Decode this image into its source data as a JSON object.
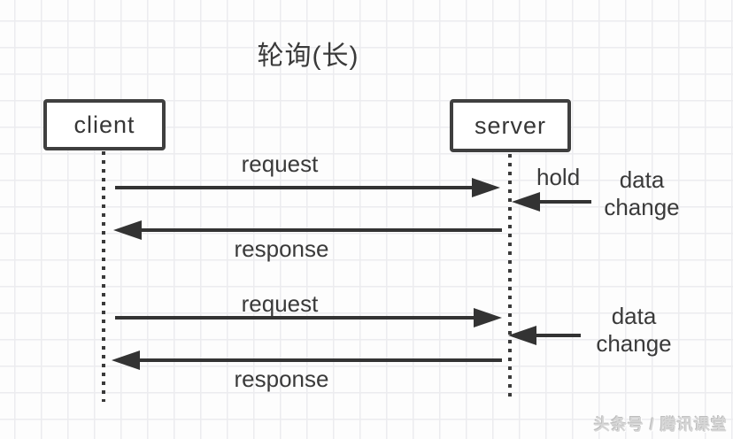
{
  "title": "轮询(长)",
  "actors": {
    "client": {
      "label": "client"
    },
    "server": {
      "label": "server"
    }
  },
  "messages": [
    {
      "id": "request-1",
      "label": "request",
      "from": "client",
      "to": "server",
      "direction": "right"
    },
    {
      "id": "response-1",
      "label": "response",
      "from": "server",
      "to": "client",
      "direction": "left"
    },
    {
      "id": "request-2",
      "label": "request",
      "from": "client",
      "to": "server",
      "direction": "right"
    },
    {
      "id": "response-2",
      "label": "response",
      "from": "server",
      "to": "client",
      "direction": "left"
    }
  ],
  "annotations": {
    "hold": {
      "label": "hold"
    },
    "data_change_1": {
      "label": "data change"
    },
    "data_change_2": {
      "label": "data change"
    }
  },
  "watermark": "头条号 / 腾讯课堂",
  "colors": {
    "ink": "#3a3a3a",
    "arrow": "#333333",
    "grid_line": "#ececef",
    "background": "#fdfdfd",
    "watermark": "#d6d6d6"
  }
}
